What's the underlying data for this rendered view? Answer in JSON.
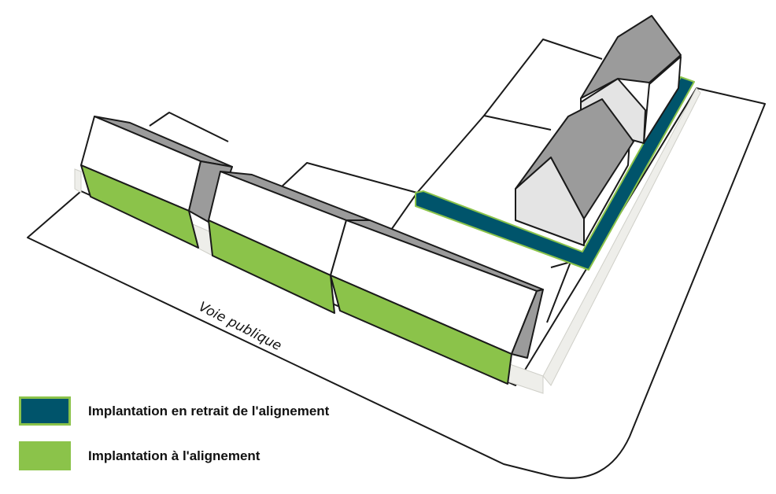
{
  "street": {
    "label": "Voie publique"
  },
  "colors": {
    "alignment_green": "#8bc34a",
    "setback_blue": "#00546b",
    "roof_grey": "#9b9b9b",
    "wall_white": "#ffffff",
    "outline": "#1a1a1a"
  },
  "legend": {
    "items": [
      {
        "label": "Implantation en retrait de l'alignement",
        "color": "#00546b",
        "border": "#8bc34a"
      },
      {
        "label": "Implantation à l'alignement",
        "color": "#8bc34a",
        "border": "#8bc34a"
      }
    ]
  }
}
